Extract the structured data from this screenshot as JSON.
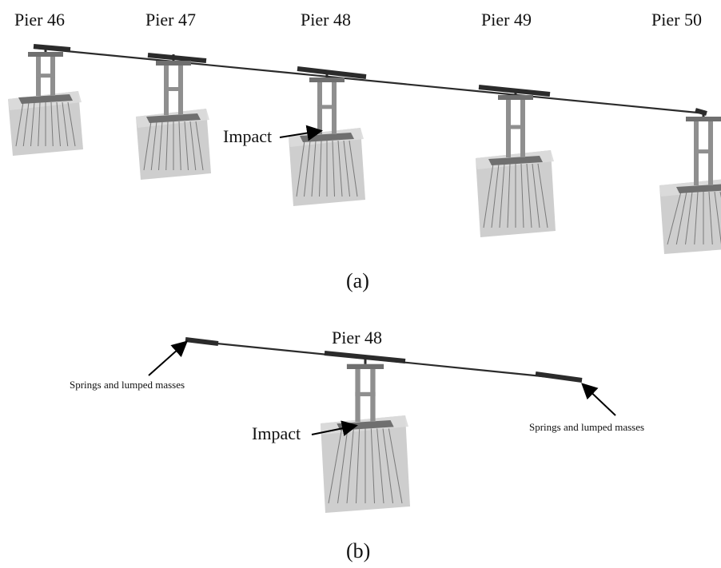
{
  "panel_a": {
    "pier_labels": [
      "Pier 46",
      "Pier 47",
      "Pier 48",
      "Pier 49",
      "Pier 50"
    ],
    "impact_label": "Impact",
    "caption": "(a)"
  },
  "panel_b": {
    "pier_label": "Pier 48",
    "impact_label": "Impact",
    "left_annotation": "Springs and lumped masses",
    "right_annotation": "Springs and lumped masses",
    "caption": "(b)"
  },
  "colors": {
    "girder": "#2b2b2b",
    "pier": "#8f8f8f",
    "pier_dark": "#6f6f6f",
    "soil_front": "#c6c6c6",
    "soil_top": "#dcdcdc",
    "piles": "#7a7a7a"
  }
}
